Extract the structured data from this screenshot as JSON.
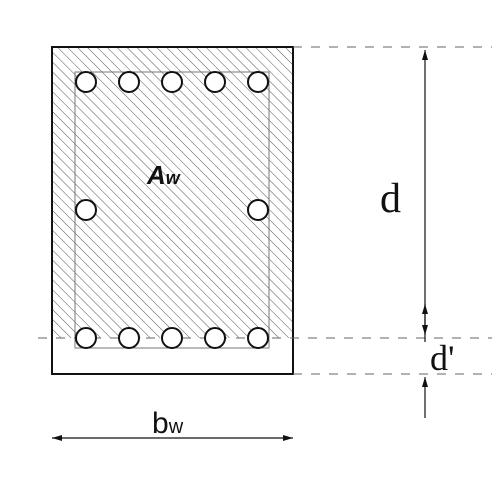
{
  "labels": {
    "area_main": "A",
    "area_sub": "w",
    "effective_depth": "d",
    "cover_depth": "d'",
    "width_main": "b",
    "width_sub": "w"
  },
  "colors": {
    "stroke": "#111111",
    "hatch": "#555555",
    "dashed": "#666666",
    "background": "#ffffff"
  },
  "rebar": {
    "top_count": 5,
    "side_count_per_face": 1,
    "bottom_count": 5
  }
}
